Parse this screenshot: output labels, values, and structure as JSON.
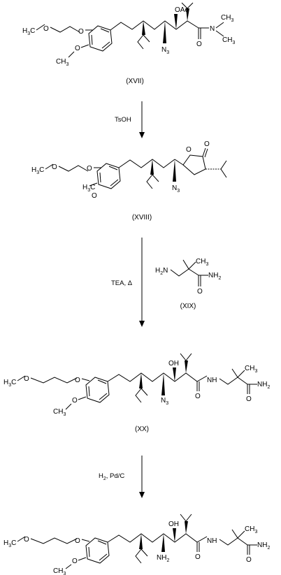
{
  "compounds": {
    "xvii": {
      "id": "(XVII)",
      "labels": {
        "h3c": "H3C",
        "o_ether": "O",
        "o_ring": "O",
        "o_meo": "O",
        "me": "CH3",
        "oac": "OAc",
        "n3": "N3",
        "o_amide": "O",
        "n_amide": "N",
        "ch3_a": "CH3",
        "ch3_b": "CH3"
      }
    },
    "xviii": {
      "id": "(XVIII)",
      "labels": {
        "h3c": "H3C",
        "o_ether": "O",
        "o_ring": "O",
        "o_meo": "O",
        "me": "CH3",
        "o_lactone": "O",
        "o_carbonyl": "O",
        "n3": "N3"
      }
    },
    "xix": {
      "id": "(XIX)",
      "labels": {
        "h2n": "H2N",
        "ch3": "CH3",
        "nh2": "NH2",
        "o": "O"
      }
    },
    "xx": {
      "id": "(XX)",
      "labels": {
        "h3c": "H3C",
        "o_ether": "O",
        "o_ring": "O",
        "o_meo": "O",
        "me": "CH3",
        "oh": "OH",
        "n3": "N3",
        "o_amide": "O",
        "nh": "NH",
        "ch3": "CH3",
        "nh2": "NH2",
        "o_term": "O"
      }
    },
    "final": {
      "labels": {
        "h3c": "H3C",
        "o_ether": "O",
        "o_ring": "O",
        "o_meo": "O",
        "me": "CH3",
        "oh": "OH",
        "nh2_amine": "NH2",
        "o_amide": "O",
        "nh": "NH",
        "ch3": "CH3",
        "nh2": "NH2",
        "o_term": "O"
      }
    }
  },
  "reagents": {
    "step1": "TsOH",
    "step2": "TEA, Δ",
    "step3": "H2, Pd/C"
  }
}
